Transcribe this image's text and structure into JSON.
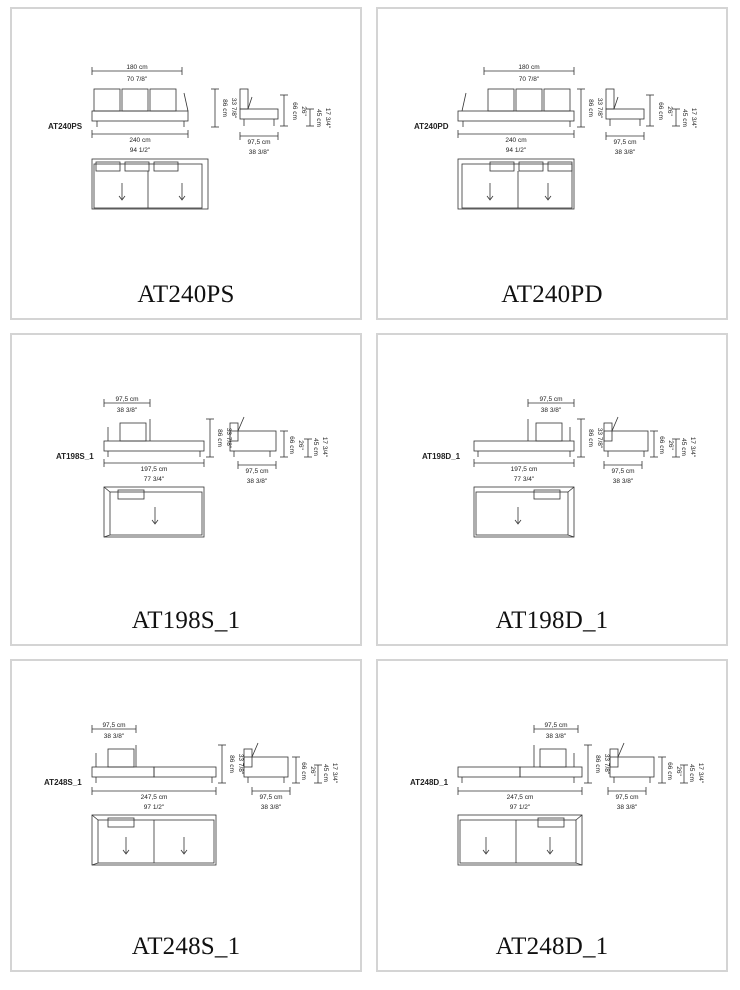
{
  "panels": [
    {
      "code": "AT240PS",
      "title": "AT240PS",
      "top_dim_cm": "180 cm",
      "top_dim_in": "70 7/8\"",
      "width_cm": "240 cm",
      "width_in": "94 1/2\"",
      "height_cm": "86 cm",
      "height_in": "33 7/8\"",
      "depth_cm": "97,5 cm",
      "depth_in": "38 3/8\"",
      "side_h1_cm": "66 cm",
      "side_h1_in": "26\"",
      "seat_cm": "45 cm",
      "seat_in": "17 3/4\""
    },
    {
      "code": "AT240PD",
      "title": "AT240PD",
      "top_dim_cm": "180 cm",
      "top_dim_in": "70 7/8\"",
      "width_cm": "240 cm",
      "width_in": "94 1/2\"",
      "height_cm": "86 cm",
      "height_in": "33 7/8\"",
      "depth_cm": "97,5 cm",
      "depth_in": "38 3/8\"",
      "side_h1_cm": "66 cm",
      "side_h1_in": "26\"",
      "seat_cm": "45 cm",
      "seat_in": "17 3/4\""
    },
    {
      "code": "AT198S_1",
      "title": "AT198S_1",
      "top_dim_cm": "97,5 cm",
      "top_dim_in": "38 3/8\"",
      "width_cm": "197,5 cm",
      "width_in": "77 3/4\"",
      "height_cm": "86 cm",
      "height_in": "33 7/8\"",
      "depth_cm": "97,5 cm",
      "depth_in": "38 3/8\"",
      "side_h1_cm": "66 cm",
      "side_h1_in": "26\"",
      "seat_cm": "45 cm",
      "seat_in": "17 3/4\""
    },
    {
      "code": "AT198D_1",
      "title": "AT198D_1",
      "top_dim_cm": "97,5 cm",
      "top_dim_in": "38 3/8\"",
      "width_cm": "197,5 cm",
      "width_in": "77 3/4\"",
      "height_cm": "86 cm",
      "height_in": "33 7/8\"",
      "depth_cm": "97,5 cm",
      "depth_in": "38 3/8\"",
      "side_h1_cm": "66 cm",
      "side_h1_in": "26\"",
      "seat_cm": "45 cm",
      "seat_in": "17 3/4\""
    },
    {
      "code": "AT248S_1",
      "title": "AT248S_1",
      "top_dim_cm": "97,5 cm",
      "top_dim_in": "38 3/8\"",
      "width_cm": "247,5 cm",
      "width_in": "97 1/2\"",
      "height_cm": "86 cm",
      "height_in": "33 7/8\"",
      "depth_cm": "97,5 cm",
      "depth_in": "38 3/8\"",
      "side_h1_cm": "66 cm",
      "side_h1_in": "26\"",
      "seat_cm": "45 cm",
      "seat_in": "17 3/4\""
    },
    {
      "code": "AT248D_1",
      "title": "AT248D_1",
      "top_dim_cm": "97,5 cm",
      "top_dim_in": "38 3/8\"",
      "width_cm": "247,5 cm",
      "width_in": "97 1/2\"",
      "height_cm": "86 cm",
      "height_in": "33 7/8\"",
      "depth_cm": "97,5 cm",
      "depth_in": "38 3/8\"",
      "side_h1_cm": "66 cm",
      "side_h1_in": "26\"",
      "seat_cm": "45 cm",
      "seat_in": "17 3/4\""
    }
  ]
}
